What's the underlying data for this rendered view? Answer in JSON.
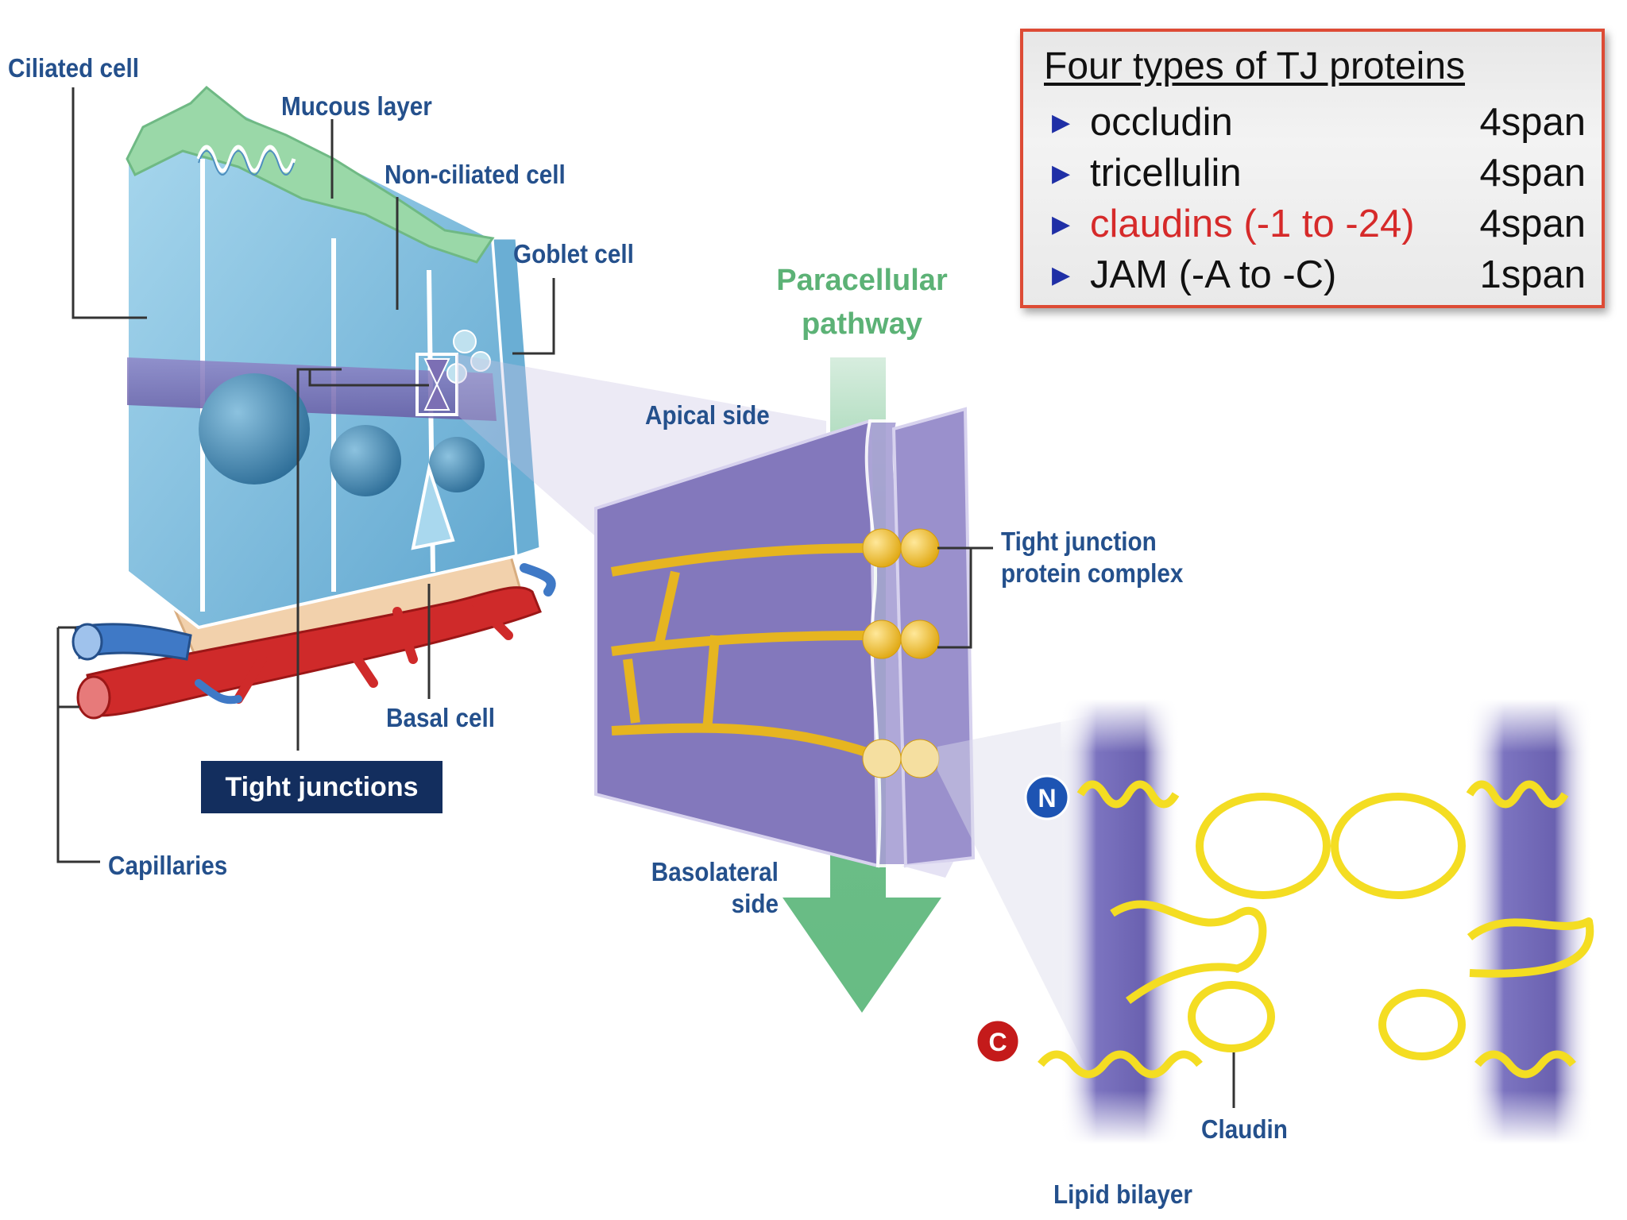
{
  "labels": {
    "ciliated_cell": "Ciliated cell",
    "mucous_layer": "Mucous layer",
    "non_ciliated_cell": "Non-ciliated cell",
    "goblet_cell": "Goblet cell",
    "paracellular_line1": "Paracellular",
    "paracellular_line2": "pathway",
    "apical_side": "Apical side",
    "tight_junction_complex_line1": "Tight junction",
    "tight_junction_complex_line2": "protein complex",
    "basal_cell": "Basal cell",
    "tight_junctions": "Tight junctions",
    "capillaries": "Capillaries",
    "basolateral_line1": "Basolateral",
    "basolateral_line2": "side",
    "n_terminus": "N",
    "c_terminus": "C",
    "claudin": "Claudin",
    "lipid_bilayer": "Lipid bilayer"
  },
  "tj_panel": {
    "title": "Four types of TJ proteins",
    "bullet": "▶",
    "rows": [
      {
        "name": "occludin",
        "span": "4span",
        "color": "#111111"
      },
      {
        "name": "tricellulin",
        "span": "4span",
        "color": "#111111"
      },
      {
        "name": "claudins (-1 to -24)",
        "span": "4span",
        "color": "#d62a2a"
      },
      {
        "name": "JAM (-A to -C)",
        "span": "1span",
        "color": "#111111"
      }
    ]
  },
  "colors": {
    "label_blue": "#24508c",
    "pathway_green": "#5cb276",
    "panel_border": "#dd4b35",
    "membrane_purple": "#7c6fb4",
    "protein_yellow": "#f2d21b",
    "cell_blue": "#8cc6e0"
  }
}
